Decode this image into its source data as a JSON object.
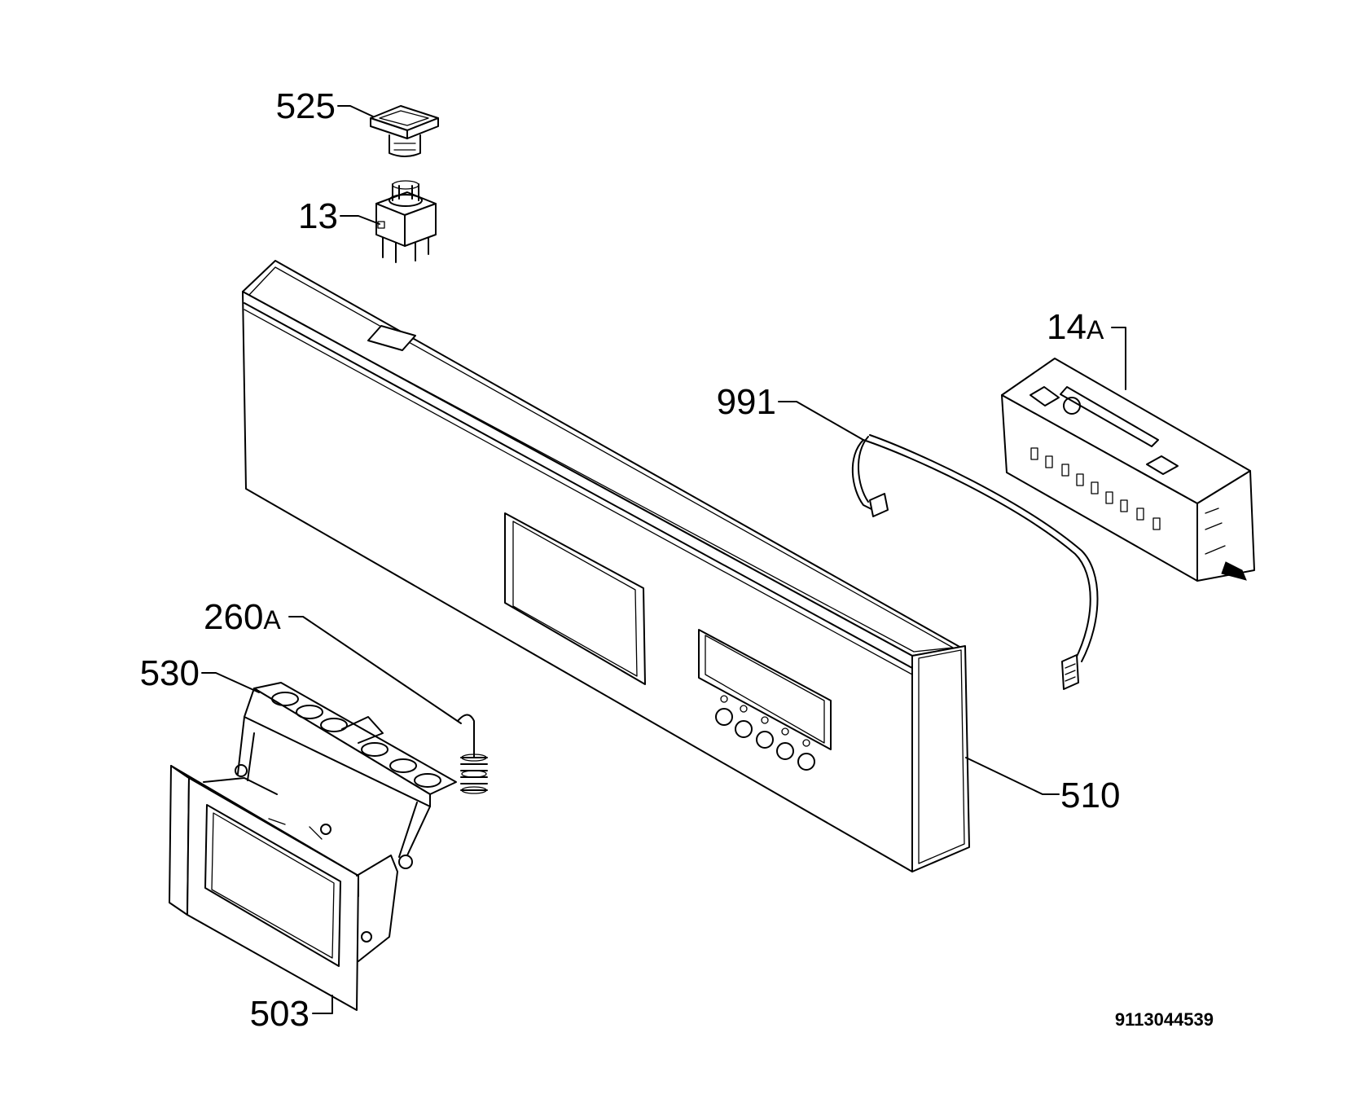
{
  "labels": {
    "l525": "525",
    "l13": "13",
    "l14": "14",
    "l14_suffix": "A",
    "l991": "991",
    "l260": "260",
    "l260_suffix": "A",
    "l530": "530",
    "l510": "510",
    "l503": "503"
  },
  "drawing_number": "9113044539"
}
